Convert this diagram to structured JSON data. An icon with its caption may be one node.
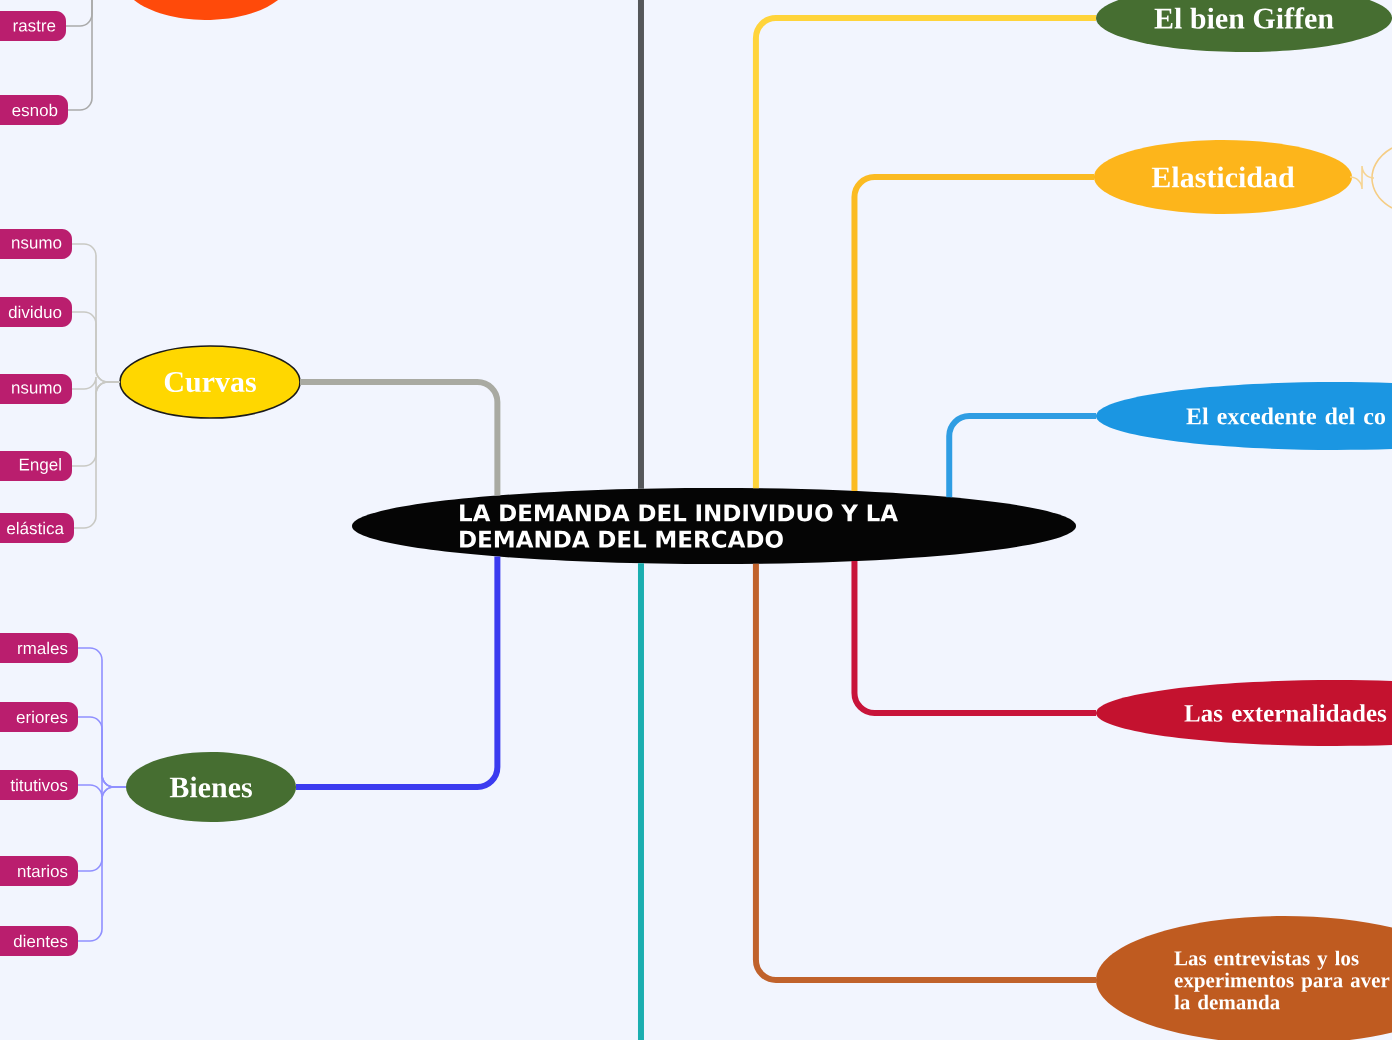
{
  "diagram": {
    "nodes": [
      {
        "text": [
          "LA DEMANDA DEL INDIVIDUO Y LA DEMANDA DEL MERCADO"
        ]
      },
      {
        "text": [],
        "shape": "ellipse"
      },
      {
        "text": [
          "rastre"
        ]
      },
      {
        "text": [
          "esnob"
        ]
      },
      {
        "text": [
          "Curvas"
        ]
      },
      {
        "text": [
          "nsumo"
        ]
      },
      {
        "text": [
          "dividuo"
        ]
      },
      {
        "text": [
          "nsumo"
        ]
      },
      {
        "text": [
          "Engel"
        ]
      },
      {
        "text": [
          "elástica"
        ]
      },
      {
        "text": [
          "Bienes"
        ]
      },
      {
        "text": [
          "rmales"
        ]
      },
      {
        "text": [
          "eriores"
        ]
      },
      {
        "text": [
          "titutivos"
        ]
      },
      {
        "text": [
          "ntarios"
        ]
      },
      {
        "text": [
          "dientes"
        ]
      },
      {
        "text": [
          "El bien Giffen"
        ]
      },
      {
        "text": [
          "Elasticidad"
        ]
      },
      {
        "text": [],
        "shape": "ellipse"
      },
      {
        "text": [
          "El excedente del co"
        ]
      },
      {
        "text": [
          "Las externalidades"
        ]
      },
      {
        "text": [
          "Las entrevistas y los experimentos para aver la demanda"
        ]
      }
    ],
    "edges": [
      {
        "from": 0,
        "to": null,
        "arrow": "none",
        "style": "thick",
        "color": "#55575a"
      },
      {
        "from": null,
        "to": 2,
        "arrow": "none",
        "color": "#aaaaaa"
      },
      {
        "from": null,
        "to": 3,
        "arrow": "none",
        "color": "#aaaaaa"
      },
      {
        "from": 0,
        "to": 4,
        "arrow": "none",
        "style": "thick",
        "color": "#a9aaa2"
      },
      {
        "from": 4,
        "to": 5,
        "arrow": "none",
        "color": "#c9c9c4"
      },
      {
        "from": 4,
        "to": 6,
        "arrow": "none",
        "color": "#c9c9c4"
      },
      {
        "from": 4,
        "to": 7,
        "arrow": "none",
        "color": "#c9c9c4"
      },
      {
        "from": 4,
        "to": 8,
        "arrow": "none",
        "color": "#c9c9c4"
      },
      {
        "from": 4,
        "to": 9,
        "arrow": "none",
        "color": "#c9c9c4"
      },
      {
        "from": 0,
        "to": 10,
        "arrow": "none",
        "style": "thick",
        "color": "#3b3bf0"
      },
      {
        "from": 10,
        "to": 11,
        "arrow": "none",
        "color": "#9090ff"
      },
      {
        "from": 10,
        "to": 12,
        "arrow": "none",
        "color": "#9090ff"
      },
      {
        "from": 10,
        "to": 13,
        "arrow": "none",
        "color": "#9090ff"
      },
      {
        "from": 10,
        "to": 14,
        "arrow": "none",
        "color": "#9090ff"
      },
      {
        "from": 10,
        "to": 15,
        "arrow": "none",
        "color": "#9090ff"
      },
      {
        "from": 0,
        "to": null,
        "arrow": "none",
        "style": "thick",
        "color": "#1baeb0"
      },
      {
        "from": 0,
        "to": 16,
        "arrow": "none",
        "style": "thick",
        "color": "#ffd43b"
      },
      {
        "from": 0,
        "to": 17,
        "arrow": "none",
        "style": "thick",
        "color": "#fbbb22"
      },
      {
        "from": 17,
        "to": 18,
        "arrow": "none",
        "color": "#f6d493"
      },
      {
        "from": 0,
        "to": 19,
        "arrow": "none",
        "style": "thick",
        "color": "#2f9de3"
      },
      {
        "from": 0,
        "to": 20,
        "arrow": "none",
        "style": "thick",
        "color": "#c8143a"
      },
      {
        "from": 0,
        "to": 21,
        "arrow": "none",
        "style": "thick",
        "color": "#c0622c"
      }
    ]
  }
}
